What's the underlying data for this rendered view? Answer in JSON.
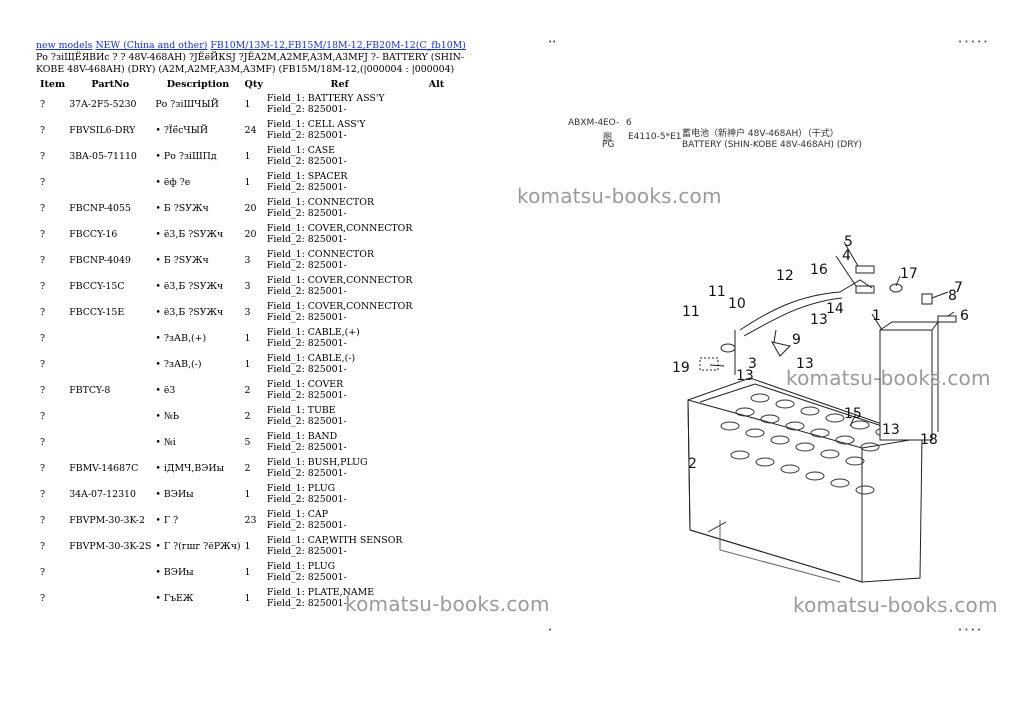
{
  "breadcrumb": {
    "link1": "new models",
    "link2": "NEW (China and other)",
    "link3": "FB10M/13M-12,FB15M/18M-12,FB20M-12(C_fb10M)"
  },
  "title": "Ро ?зіЩЁЯВИс ? ? 48V-468AH) ?ЈЁёЙКЅЈ ?ЈЁA2M,A2MF,A3M,A3MFЈ ?- BATTERY (SHIN-KOBE 48V-468AH) (DRY) (A2M,A2MF,A3M,A3MF) (FB15M/18M-12,(|000004 : |000004)",
  "columns": [
    "Item",
    "PartNo",
    "Description",
    "Qty",
    "Ref",
    "Alt"
  ],
  "rows": [
    {
      "item": "?",
      "part": "37A-2F5-5230",
      "desc": "Ро ?зіШЧЫЙ",
      "qty": "1",
      "f1": "Field_1: BATTERY ASS'Y",
      "f2": "Field_2: 825001-"
    },
    {
      "item": "?",
      "part": "FBVSIL6-DRY",
      "desc": "• ?Їё́сЧЫЙ",
      "qty": "24",
      "f1": "Field_1: CELL ASS'Y",
      "f2": "Field_2: 825001-"
    },
    {
      "item": "?",
      "part": "3BA-05-71110",
      "desc": "• Ро ?зіШПд",
      "qty": "1",
      "f1": "Field_1: CASE",
      "f2": "Field_2: 825001-"
    },
    {
      "item": "?",
      "part": "",
      "desc": "• ёф ?е",
      "qty": "1",
      "f1": "Field_1: SPACER",
      "f2": "Field_2: 825001-"
    },
    {
      "item": "?",
      "part": "FBCNP-4055",
      "desc": "• Б ?SУЖч",
      "qty": "20",
      "f1": "Field_1: CONNECTOR",
      "f2": "Field_2: 825001-"
    },
    {
      "item": "?",
      "part": "FBCCY-16",
      "desc": "• ё3,Б ?SУЖч",
      "qty": "20",
      "f1": "Field_1: COVER,CONNECTOR",
      "f2": "Field_2: 825001-"
    },
    {
      "item": "?",
      "part": "FBCNP-4049",
      "desc": "• Б ?SУЖч",
      "qty": "3",
      "f1": "Field_1: CONNECTOR",
      "f2": "Field_2: 825001-"
    },
    {
      "item": "?",
      "part": "FBCCY-15C",
      "desc": "• ё3,Б ?SУЖч",
      "qty": "3",
      "f1": "Field_1: COVER,CONNECTOR",
      "f2": "Field_2: 825001-"
    },
    {
      "item": "?",
      "part": "FBCCY-15E",
      "desc": "• ё3,Б ?SУЖч",
      "qty": "3",
      "f1": "Field_1: COVER,CONNECTOR",
      "f2": "Field_2: 825001-"
    },
    {
      "item": "?",
      "part": "",
      "desc": "• ?зАВ,(+)",
      "qty": "1",
      "f1": "Field_1: CABLE,(+)",
      "f2": "Field_2: 825001-"
    },
    {
      "item": "?",
      "part": "",
      "desc": "• ?зАВ,(-)",
      "qty": "1",
      "f1": "Field_1: CABLE,(-)",
      "f2": "Field_2: 825001-"
    },
    {
      "item": "?",
      "part": "FBTCY-8",
      "desc": "• ё3",
      "qty": "2",
      "f1": "Field_1: COVER",
      "f2": "Field_2: 825001-"
    },
    {
      "item": "?",
      "part": "",
      "desc": "• №Ь",
      "qty": "2",
      "f1": "Field_1: TUBE",
      "f2": "Field_2: 825001-"
    },
    {
      "item": "?",
      "part": "",
      "desc": "• №і",
      "qty": "5",
      "f1": "Field_1: BAND",
      "f2": "Field_2: 825001-"
    },
    {
      "item": "?",
      "part": "FBMV-14687C",
      "desc": "• іДМЧ,ВЭИы",
      "qty": "2",
      "f1": "Field_1: BUSH,PLUG",
      "f2": "Field_2: 825001-"
    },
    {
      "item": "?",
      "part": "34A-07-12310",
      "desc": "• ВЭИы",
      "qty": "1",
      "f1": "Field_1: PLUG",
      "f2": "Field_2: 825001-"
    },
    {
      "item": "?",
      "part": "FBVPM-30-3K-2",
      "desc": "• Г ?",
      "qty": "23",
      "f1": "Field_1: CAP",
      "f2": "Field_2: 825001-"
    },
    {
      "item": "?",
      "part": "FBVPM-30-3K-2S",
      "desc": "• Г ?(гшг ?ёРЖч)",
      "qty": "1",
      "f1": "Field_1: CAP,WITH SENSOR",
      "f2": "Field_2: 825001-"
    },
    {
      "item": "?",
      "part": "",
      "desc": "• ВЭИы",
      "qty": "1",
      "f1": "Field_1: PLUG",
      "f2": "Field_2: 825001-"
    },
    {
      "item": "?",
      "part": "",
      "desc": "• ГъЕЖ",
      "qty": "1",
      "f1": "Field_1: PLATE,NAME",
      "f2": "Field_2: 825001-"
    }
  ],
  "watermark": "komatsu-books.com",
  "diagram": {
    "code1": "ABXM-4",
    "code2": "EO-",
    "code3": "6",
    "fig_label": "图",
    "fig_no": "E4110-5*E1",
    "page_label": "PG",
    "cn_title": "蓄电池（新神户 48V-468AH）（干式）",
    "en_title": "BATTERY (SHIN-KOBE 48V-468AH) (DRY)",
    "callouts": [
      "1",
      "2",
      "3",
      "4",
      "5",
      "6",
      "7",
      "8",
      "9",
      "10",
      "11",
      "11",
      "12",
      "13",
      "13",
      "13",
      "13",
      "14",
      "15",
      "16",
      "17",
      "18",
      "19"
    ]
  }
}
